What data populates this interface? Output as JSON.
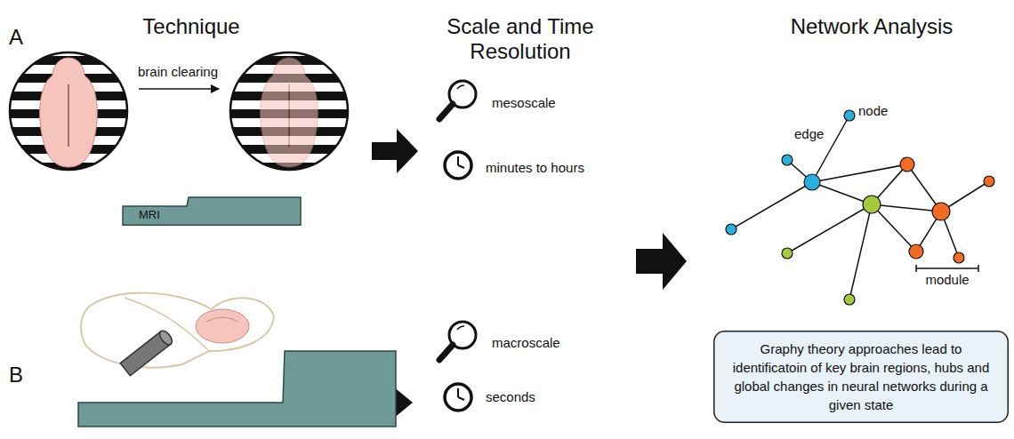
{
  "diagram": {
    "nodes": [
      {
        "text": [
          "MRI"
        ]
      },
      {
        "text": [
          "Graphy theory approaches lead to identificatoin of key brain regions, hubs and global changes in neural networks during a given state"
        ]
      }
    ],
    "labels": [
      "A",
      "Technique",
      "Scale and Time Resolution",
      "Network Analysis",
      "brain clearing",
      "mesoscale",
      "minutes to hours",
      "B",
      "macroscale",
      "seconds",
      "node",
      "edge",
      "module"
    ]
  }
}
